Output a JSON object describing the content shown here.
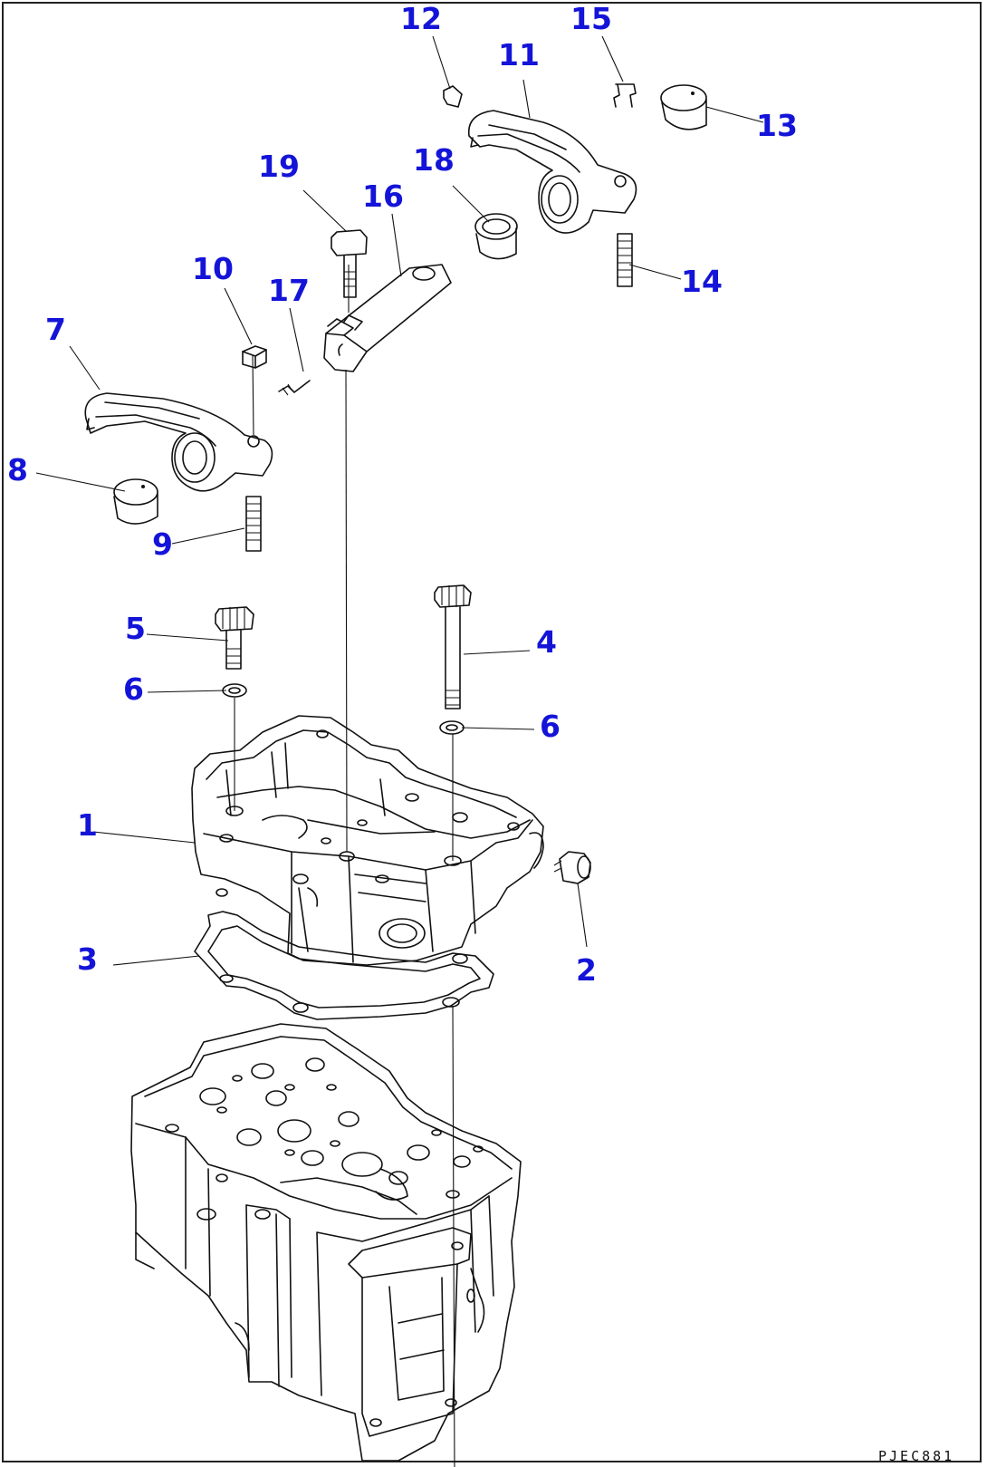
{
  "diagram": {
    "drawing_code": "PJEC881",
    "callouts": [
      "1",
      "2",
      "3",
      "4",
      "5",
      "6",
      "6",
      "7",
      "8",
      "9",
      "10",
      "11",
      "12",
      "13",
      "14",
      "15",
      "16",
      "17",
      "18",
      "19"
    ]
  },
  "colors": {
    "callout": "#1414d8",
    "line": "#111111",
    "background": "#ffffff"
  }
}
